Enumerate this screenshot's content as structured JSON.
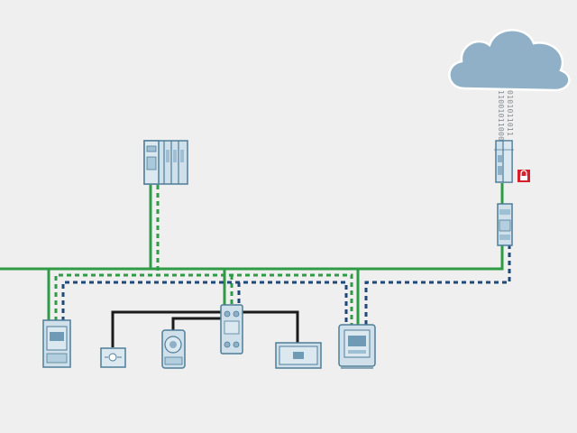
{
  "colors": {
    "background": "#efefef",
    "ethernet_green": "#2f9b45",
    "link_green": "#1f8a3b",
    "dashed_blue": "#1f4a78",
    "wire_black": "#1b1b1b",
    "device_fill": "#cfe0ea",
    "device_stroke": "#4f7d98",
    "cloud_fill": "#8fb0c7",
    "lock_red": "#d6202b"
  },
  "cloud": {
    "icon": "cloud-icon",
    "binary_text": [
      "11001011000",
      "0101011011"
    ]
  },
  "security": {
    "icon": "padlock-icon"
  },
  "devices": [
    {
      "id": "plc-controller",
      "icon": "plc-rack-icon"
    },
    {
      "id": "edge-gateway",
      "icon": "gateway-icon"
    },
    {
      "id": "network-switch",
      "icon": "switch-icon"
    },
    {
      "id": "power-meter-left",
      "icon": "power-meter-icon"
    },
    {
      "id": "io-module",
      "icon": "io-module-icon"
    },
    {
      "id": "display-panel",
      "icon": "display-icon"
    },
    {
      "id": "energy-analyzer",
      "icon": "analyzer-icon"
    },
    {
      "id": "sensor-box",
      "icon": "sensor-icon"
    },
    {
      "id": "dial-meter",
      "icon": "dial-meter-icon"
    }
  ]
}
